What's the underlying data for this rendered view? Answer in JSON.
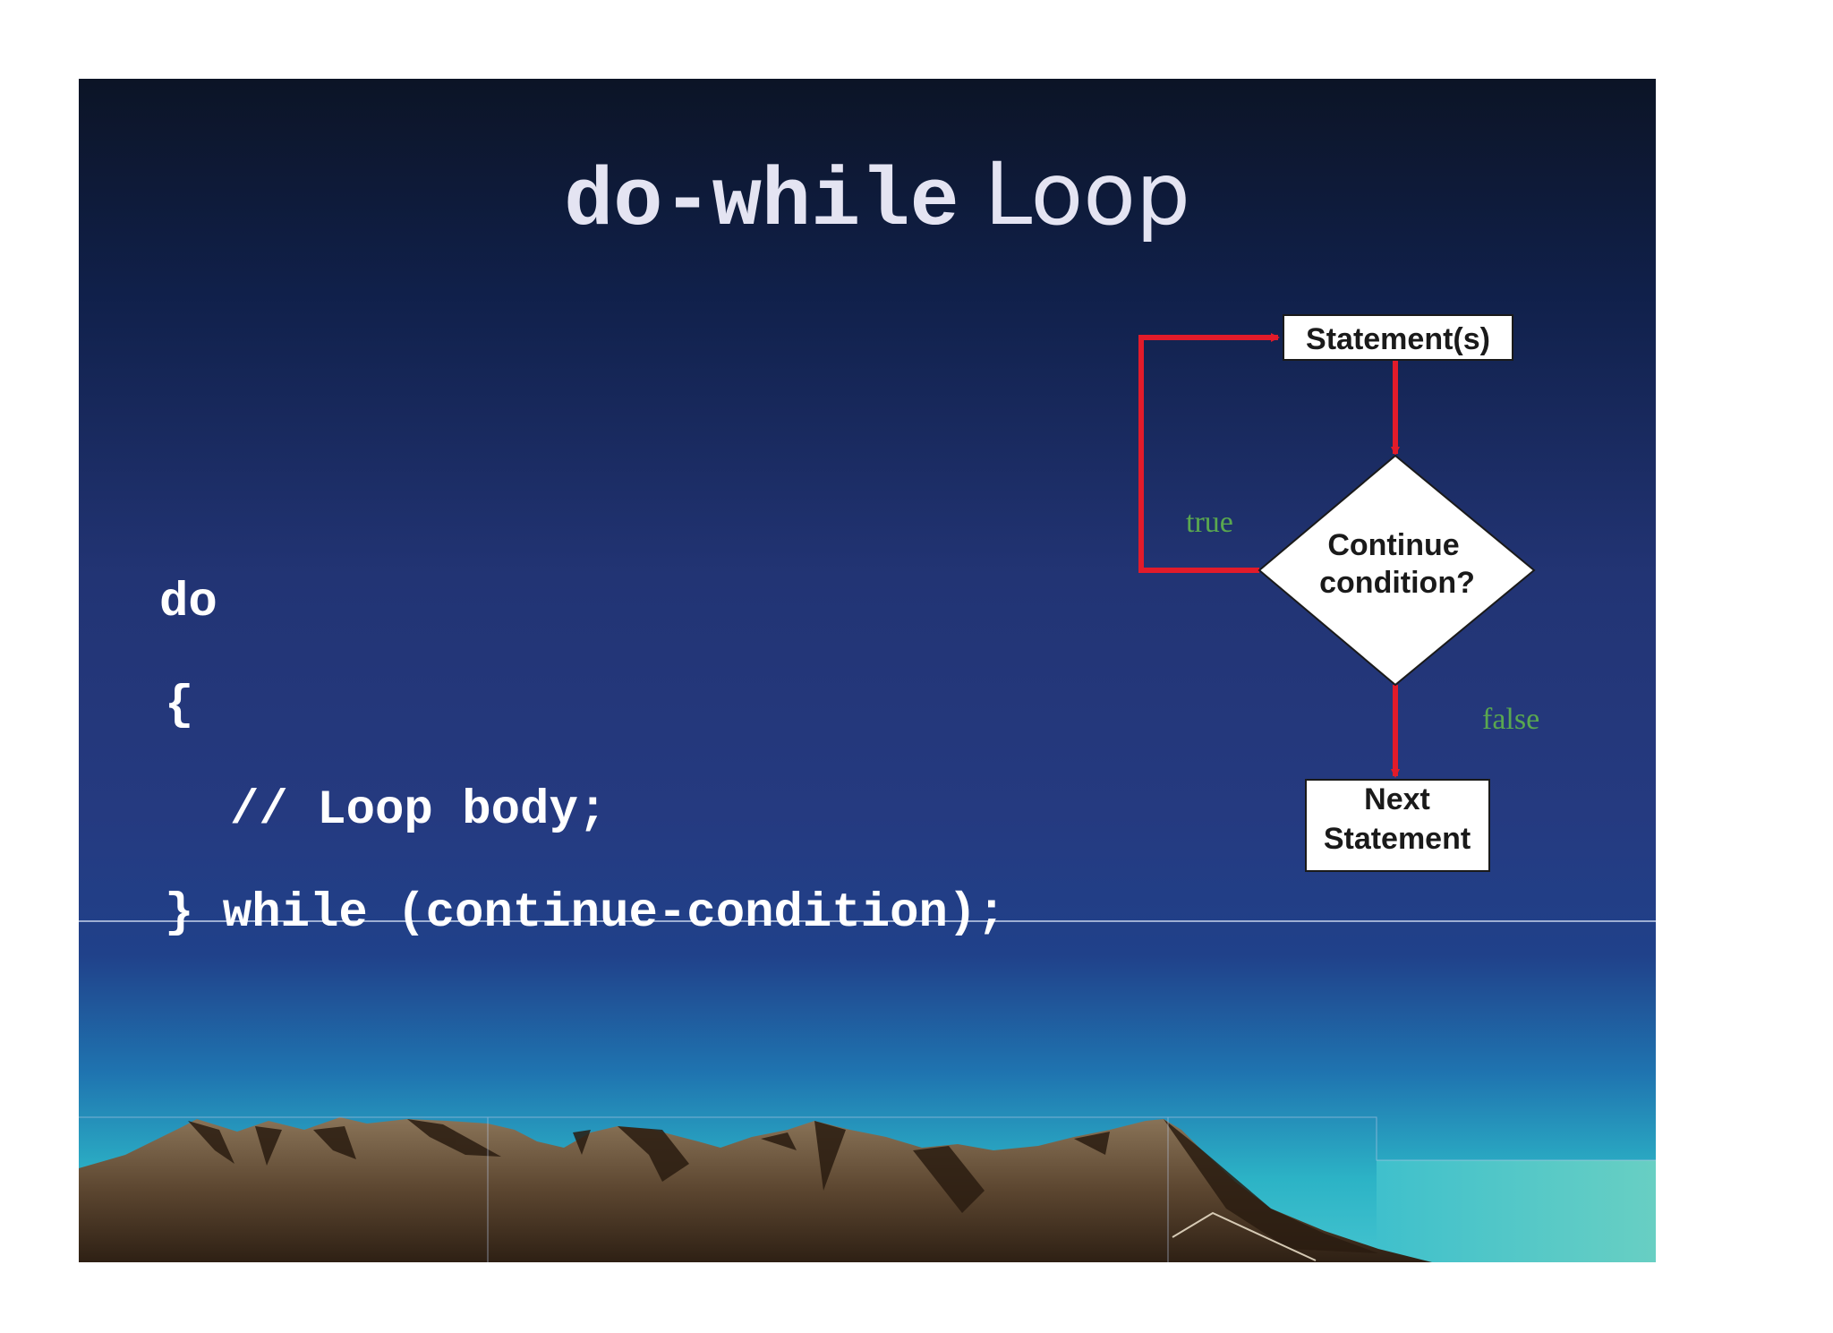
{
  "title": {
    "code_part": "do-while",
    "text_part": "Loop"
  },
  "code_lines": [
    "do",
    "{",
    "// Loop body;",
    "} while (continue-condition);"
  ],
  "flowchart": {
    "nodes": {
      "statements": {
        "label": "Statement(s)"
      },
      "condition": {
        "line1": "Continue",
        "line2": "condition?"
      },
      "next": {
        "line1": "Next",
        "line2": "Statement"
      }
    },
    "edges": {
      "true_label": "true",
      "false_label": "false"
    }
  },
  "colors": {
    "arrow": "#e21b2a",
    "edge_label": "#5aa84f",
    "sky_top": "#0d1528",
    "sky_mid": "#253a80",
    "horizon": "#2fb6c8",
    "mountain": "#7a6448"
  }
}
